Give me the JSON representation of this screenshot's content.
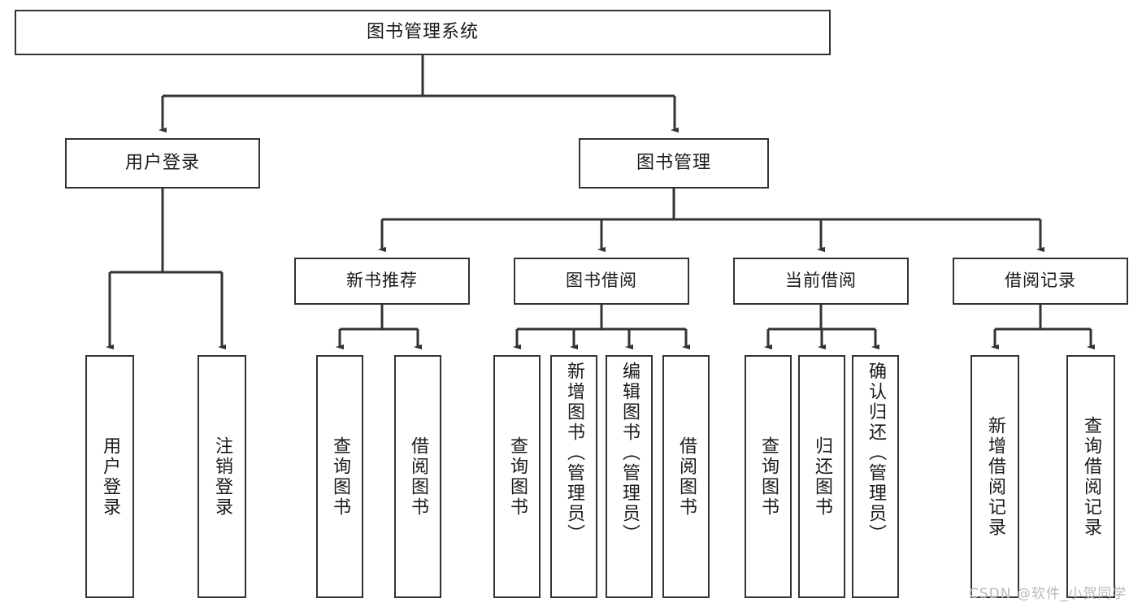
{
  "diagram": {
    "type": "tree",
    "title": "图书管理系统",
    "orientation": "top-down",
    "colors": {
      "box_border": "#333333",
      "box_fill": "#ffffff",
      "connector": "#333333",
      "text": "#1a1a1a",
      "watermark": "#b9b9b9",
      "background": "#ffffff"
    }
  },
  "root": {
    "label": "图书管理系统"
  },
  "level2": [
    {
      "id": "user-login",
      "label": "用户登录"
    },
    {
      "id": "book-mgmt",
      "label": "图书管理"
    }
  ],
  "level3": [
    {
      "id": "newbook",
      "label": "新书推荐"
    },
    {
      "id": "borrow",
      "label": "图书借阅"
    },
    {
      "id": "current",
      "label": "当前借阅"
    },
    {
      "id": "record",
      "label": "借阅记录"
    }
  ],
  "leaves": {
    "user_login": [
      {
        "id": "user-login",
        "label": "用户登录"
      },
      {
        "id": "user-logout",
        "label": "注销登录"
      }
    ],
    "newbook": [
      {
        "id": "nb-query",
        "label": "查询图书"
      },
      {
        "id": "nb-borrow",
        "label": "借阅图书"
      }
    ],
    "borrow": [
      {
        "id": "bb-query",
        "label": "查询图书"
      },
      {
        "id": "bb-add",
        "label": "新增图书（管理员）"
      },
      {
        "id": "bb-edit",
        "label": "编辑图书（管理员）"
      },
      {
        "id": "bb-borrow",
        "label": "借阅图书"
      }
    ],
    "current": [
      {
        "id": "cb-query",
        "label": "查询图书"
      },
      {
        "id": "cb-return",
        "label": "归还图书"
      },
      {
        "id": "cb-confirm",
        "label": "确认归还（管理员）"
      }
    ],
    "record": [
      {
        "id": "rc-add",
        "label": "新增借阅记录"
      },
      {
        "id": "rc-query",
        "label": "查询借阅记录"
      }
    ]
  },
  "watermark": {
    "text": "CSDN @软件_小贺同学"
  }
}
